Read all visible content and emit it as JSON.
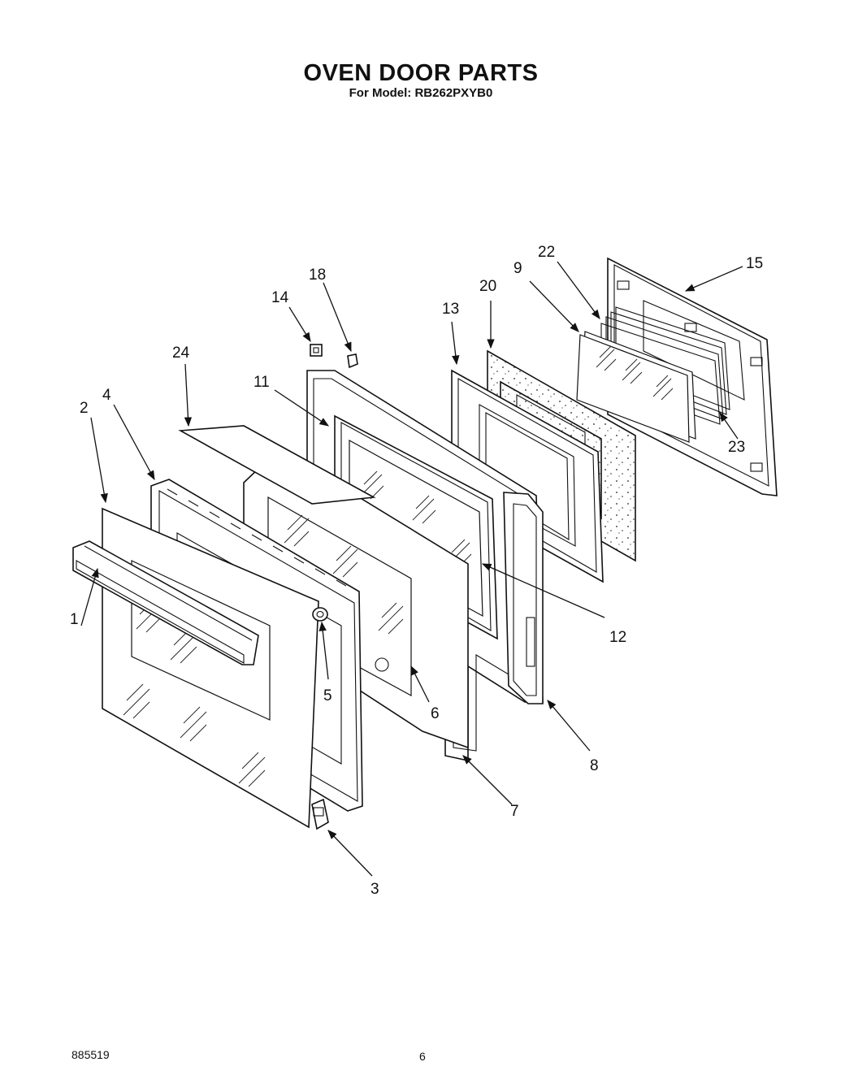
{
  "header": {
    "title": "OVEN DOOR PARTS",
    "subtitle": "For Model: RB262PXYB0"
  },
  "footer": {
    "code": "885519",
    "page": "6"
  },
  "callouts": [
    "1",
    "2",
    "3",
    "4",
    "5",
    "6",
    "7",
    "8",
    "9",
    "11",
    "12",
    "13",
    "14",
    "15",
    "18",
    "20",
    "22",
    "23",
    "24"
  ]
}
